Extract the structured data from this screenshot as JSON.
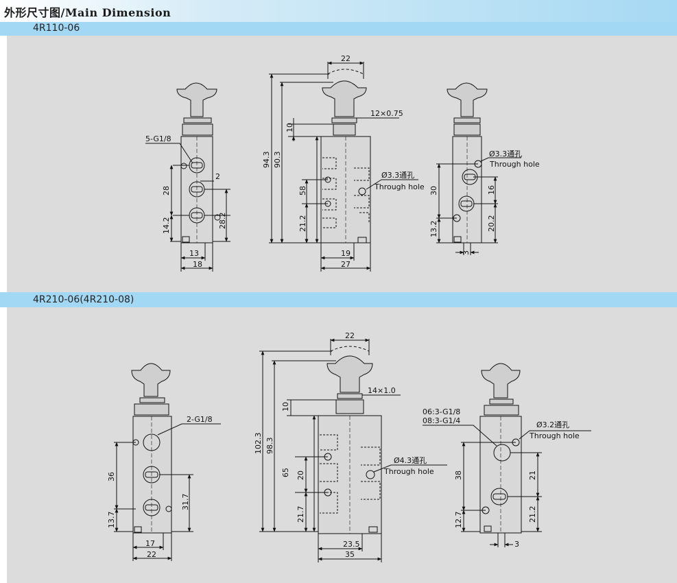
{
  "header": {
    "title": "外形尺寸图/Main Dimension"
  },
  "sections": [
    {
      "model": "4R110-06"
    },
    {
      "model": "4R210-06(4R210-08)"
    }
  ],
  "labels": {
    "s1": {
      "port": "5-G1/8",
      "d28": "28",
      "d14_2": "14.2",
      "d2": "2",
      "d28_2": "28.2",
      "d13": "13",
      "d18": "18",
      "d22": "22",
      "thread": "12×0.75",
      "d10": "10",
      "d94_3": "94.3",
      "d90_3": "90.3",
      "d58": "58",
      "d21_2": "21.2",
      "hole": "Ø3.3通孔",
      "through": "Through hole",
      "d19": "19",
      "d27": "27",
      "hole_r": "Ø3.3通孔",
      "through_r": "Through hole",
      "d30": "30",
      "d16": "16",
      "d13_2": "13.2",
      "d20_2": "20.2",
      "d3": "3"
    },
    "s2": {
      "port": "2-G1/8",
      "d36": "36",
      "d13_7": "13.7",
      "d31_7": "31.7",
      "d17": "17",
      "d22a": "22",
      "d22": "22",
      "thread": "14×1.0",
      "d10": "10",
      "d102_3": "102.3",
      "d98_3": "98.3",
      "d65": "65",
      "d20": "20",
      "d21_7": "21.7",
      "hole": "Ø4.3通孔",
      "through": "Through hole",
      "d23_5": "23.5",
      "d35": "35",
      "port06": "06:3-G1/8",
      "port08": "08:3-G1/4",
      "hole_r": "Ø3.2通孔",
      "through_r": "Through hole",
      "d38": "38",
      "d21": "21",
      "d12_7": "12.7",
      "d21_2": "21.2",
      "d3": "3"
    }
  },
  "colors": {
    "header_accent": "#a6d9f3",
    "band": "#a3d8f5",
    "panel": "#dcdcdc",
    "line": "#111111"
  }
}
